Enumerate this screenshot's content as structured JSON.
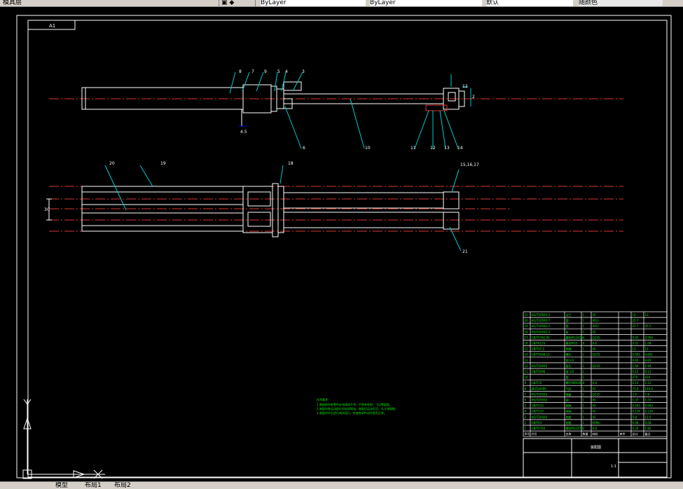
{
  "toolbar": {
    "layer_label": "模具层",
    "layer_color": "ByLayer",
    "linetype": "ByLayer",
    "lineweight": "默认",
    "plotstyle": "随颜色"
  },
  "drawing": {
    "frame_label": "A1",
    "top_view_labels": [
      "8",
      "7",
      "9",
      "5",
      "4",
      "3",
      "12",
      "2"
    ],
    "top_view_bottom_labels": [
      "4.5",
      "6",
      "10",
      "11",
      "12",
      "13",
      "14"
    ],
    "bottom_view_labels": [
      "20",
      "19",
      "18",
      "15,16,17",
      "21",
      "30"
    ],
    "notes": [
      "技术要求",
      "1.装配前所有零件必须清洗干净，不得有毛刺、飞边等缺陷。",
      "2.装配时各运动部位须加润滑油，装配后运动灵活，无卡滞现象。",
      "3.装配完毕后进行调试运行，检查各部件动作是否正常。"
    ],
    "bom_rows": [
      [
        "21",
        "HG/T20592-2",
        "法兰",
        "1",
        "45",
        "",
        "13",
        "13"
      ],
      [
        "20",
        "HG/T20592-7",
        "管",
        "1",
        "40Cr",
        "",
        "25.7",
        ""
      ],
      [
        "19",
        "HG/T20592-2",
        "管",
        "1",
        "40Cr",
        "",
        "25.7",
        "25.5"
      ],
      [
        "18",
        "HG/T20592-4",
        "板",
        "1",
        "45",
        "",
        "",
        ""
      ],
      [
        "17",
        "GB/T5782-85",
        "螺栓M12X25",
        "4",
        "Q235",
        "",
        "0.05",
        "0.004"
      ],
      [
        "16",
        "GB/T6170",
        "螺母M10",
        "8",
        "8.8",
        "",
        "0.01",
        "1.08"
      ],
      [
        "15",
        "GB/T97.2",
        "垫圈",
        "1",
        "45",
        "",
        "13",
        "13"
      ],
      [
        "14",
        "GB/T3098.15",
        "螺钉",
        "2",
        "Q235",
        "",
        "0.002",
        "0.001"
      ],
      [
        "13",
        "",
        "销 1/2",
        "1",
        "",
        "",
        "0.65",
        "0.65"
      ],
      [
        "12",
        "HG/T20592",
        "接头",
        "1",
        "Q235",
        "",
        "1.94",
        "1.94"
      ],
      [
        "11",
        "GB/T1096",
        "键 1/2",
        "1",
        "",
        "",
        "0.12",
        "0.12"
      ],
      [
        "10",
        "",
        "管",
        "1",
        "",
        "",
        "270",
        "410"
      ],
      [
        "9",
        "GB/T70",
        "螺钉M6X30",
        "8",
        "8.8",
        "",
        "0.14",
        "1.12"
      ],
      [
        "8",
        "JB/ZQ4406",
        "气缸",
        "2",
        "47",
        "",
        "73.6",
        "146.6"
      ],
      [
        "7",
        "HG/T20592",
        "端盖",
        "2",
        "Q235",
        "",
        "3.9",
        "7.8"
      ],
      [
        "6",
        "HG/T20592",
        "销",
        "1",
        "45",
        "",
        "1.37",
        "1.37"
      ],
      [
        "5",
        "GB/T119",
        "销轴",
        "1",
        "45",
        "",
        "0.563",
        "0.563"
      ],
      [
        "4",
        "GB/T119",
        "销轴",
        "1",
        "45",
        "",
        "0.136",
        "0.136"
      ],
      [
        "3",
        "HG/T20592",
        "底座",
        "1",
        "45",
        "",
        "5.8",
        "11.5"
      ],
      [
        "2",
        "GB/T93",
        "垫圈",
        "1",
        "65Mn",
        "",
        "0.08",
        "0.08"
      ],
      [
        "1",
        "GB/T5783",
        "螺栓M12X70",
        "2",
        "8.8",
        "",
        "0.24",
        "1.82"
      ]
    ],
    "bom_header": [
      "序号",
      "代号",
      "名称",
      "数量",
      "材料",
      "单件",
      "总计",
      "备注"
    ],
    "title_block_name": "装配图",
    "title_block_scale": "1:1"
  },
  "tabs": [
    "模型",
    "布局1",
    "布局2"
  ]
}
